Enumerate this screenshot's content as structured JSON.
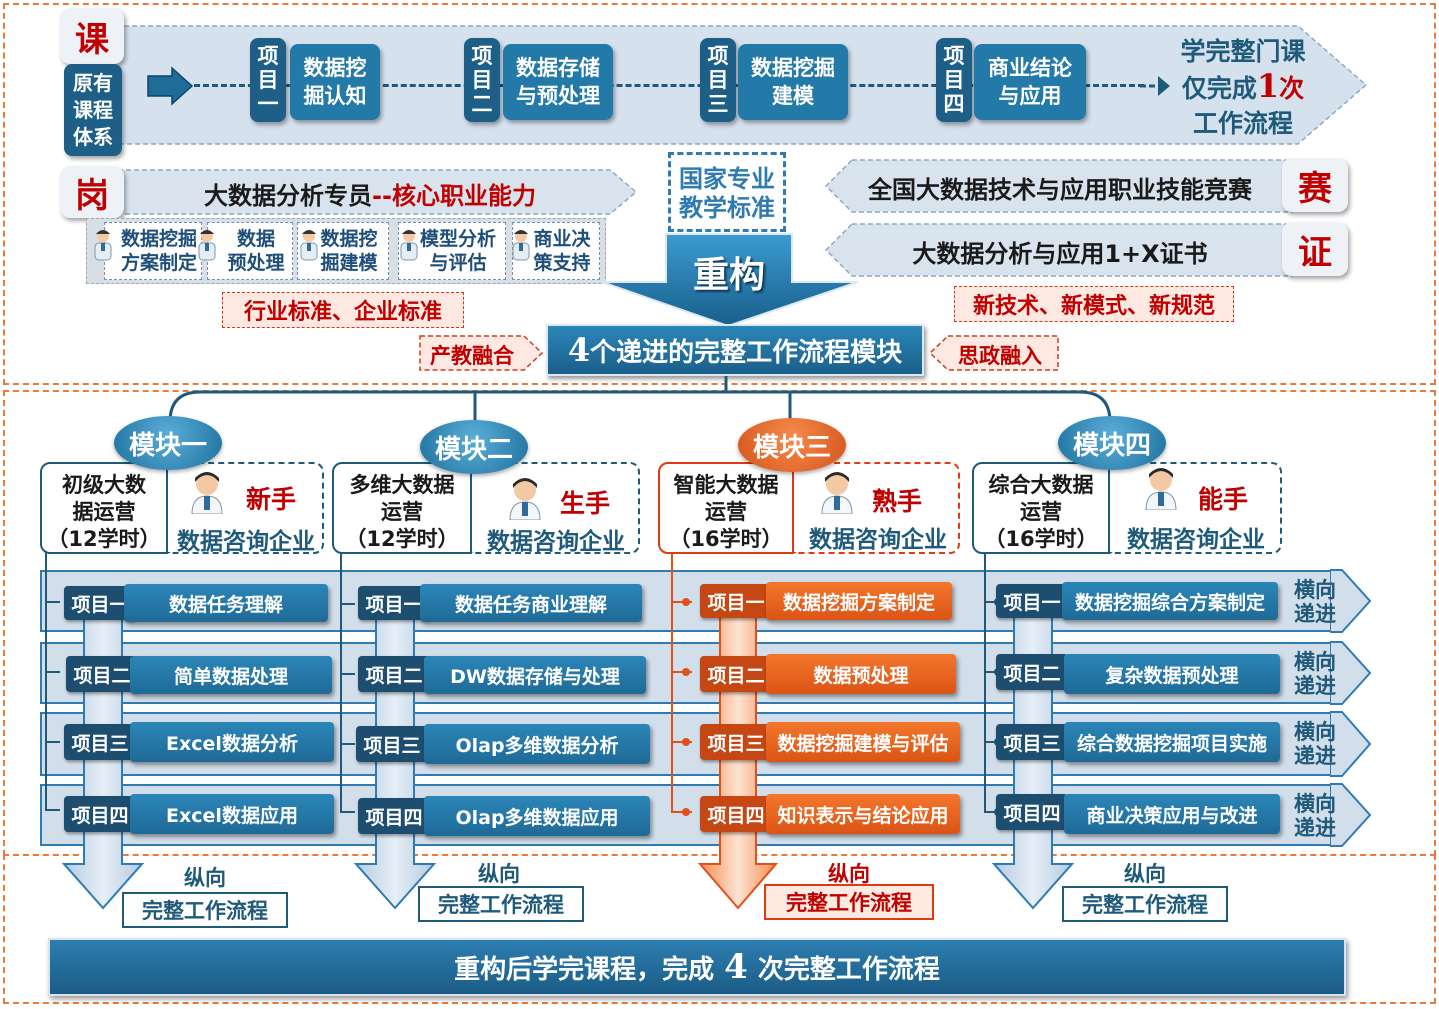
{
  "top": {
    "ke_char": "课",
    "original_label": "原有课程体系",
    "projects": [
      {
        "num": "项目一",
        "name": "数据挖掘认知"
      },
      {
        "num": "项目二",
        "name": "数据存储与预处理"
      },
      {
        "num": "项目三",
        "name": "数据挖掘建模"
      },
      {
        "num": "项目四",
        "name": "商业结论与应用"
      }
    ],
    "result_line1": "学完整门课",
    "result_line2_a": "仅完成",
    "result_line2_num": "1",
    "result_line2_b": "次",
    "result_line3": "工作流程"
  },
  "gang": {
    "char": "岗",
    "title_a": "大数据分析专员",
    "title_b": "--核心职业能力",
    "skills": [
      {
        "l1": "数据挖掘",
        "l2": "方案制定"
      },
      {
        "l1": "数据",
        "l2": "预处理"
      },
      {
        "l1": "数据挖",
        "l2": "掘建模"
      },
      {
        "l1": "模型分析",
        "l2": "与评估"
      },
      {
        "l1": "商业决",
        "l2": "策支持"
      }
    ],
    "note": "行业标准、企业标准"
  },
  "national": {
    "l1": "国家专业",
    "l2": "教学标准"
  },
  "rebuild": "重构",
  "sai": {
    "char": "赛",
    "text": "全国大数据技术与应用职业技能竞赛"
  },
  "zheng": {
    "char": "证",
    "text": "大数据分析与应用1+X证书"
  },
  "new_note": "新技术、新模式、新规范",
  "center": {
    "num": "4",
    "text": "个递进的完整工作流程模块"
  },
  "left_tag": "产教融合",
  "right_tag": "思政融入",
  "modules": [
    {
      "label": "模块一",
      "title": "初级大数据运营",
      "hours": "（12学时）",
      "role": "新手",
      "company": "数据咨询企业",
      "items": [
        {
          "tag": "项目一",
          "name": "数据任务理解"
        },
        {
          "tag": "项目二",
          "name": "简单数据处理"
        },
        {
          "tag": "项目三",
          "name": "Excel数据分析"
        },
        {
          "tag": "项目四",
          "name": "Excel数据应用"
        }
      ],
      "vertical": "纵向",
      "flow": "完整工作流程"
    },
    {
      "label": "模块二",
      "title": "多维大数据运营",
      "hours": "（12学时）",
      "role": "生手",
      "company": "数据咨询企业",
      "items": [
        {
          "tag": "项目一",
          "name": "数据任务商业理解"
        },
        {
          "tag": "项目二",
          "name": "DW数据存储与处理"
        },
        {
          "tag": "项目三",
          "name": "Olap多维数据分析"
        },
        {
          "tag": "项目四",
          "name": "Olap多维数据应用"
        }
      ],
      "vertical": "纵向",
      "flow": "完整工作流程"
    },
    {
      "label": "模块三",
      "title": "智能大数据运营",
      "hours": "（16学时）",
      "role": "熟手",
      "company": "数据咨询企业",
      "items": [
        {
          "tag": "项目一",
          "name": "数据挖掘方案制定"
        },
        {
          "tag": "项目二",
          "name": "数据预处理"
        },
        {
          "tag": "项目三",
          "name": "数据挖掘建模与评估"
        },
        {
          "tag": "项目四",
          "name": "知识表示与结论应用"
        }
      ],
      "vertical": "纵向",
      "flow": "完整工作流程"
    },
    {
      "label": "模块四",
      "title": "综合大数据运营",
      "hours": "（16学时）",
      "role": "能手",
      "company": "数据咨询企业",
      "items": [
        {
          "tag": "项目一",
          "name": "数据挖掘综合方案制定"
        },
        {
          "tag": "项目二",
          "name": "复杂数据预处理"
        },
        {
          "tag": "项目三",
          "name": "综合数据挖掘项目实施"
        },
        {
          "tag": "项目四",
          "name": "商业决策应用与改进"
        }
      ],
      "vertical": "纵向",
      "flow": "完整工作流程"
    }
  ],
  "horizontal": {
    "l1": "横向",
    "l2": "递进"
  },
  "bottom": {
    "a": "重构后学完课程，完成",
    "num": "4",
    "b": "次完整工作流程"
  },
  "colors": {
    "primary": "#1f6a96",
    "accent_orange": "#e8612a",
    "red": "#c00000"
  }
}
